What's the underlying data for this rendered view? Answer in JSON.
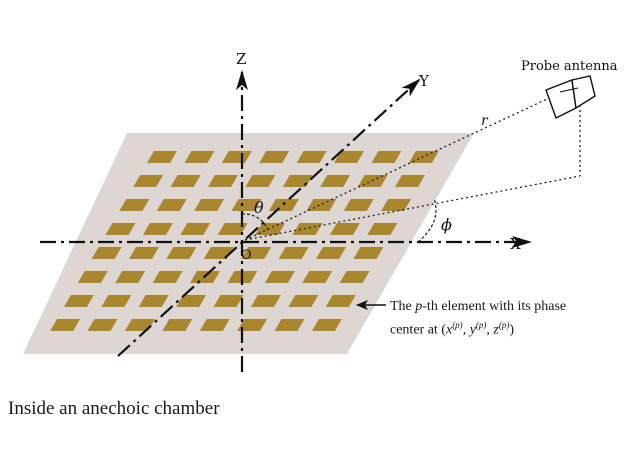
{
  "axes": {
    "z_label": "Z",
    "y_label": "Y",
    "x_label": "X",
    "origin_label": "O"
  },
  "angles": {
    "theta": "θ",
    "phi": "ϕ",
    "r": "r"
  },
  "probe": {
    "label": "Probe antenna"
  },
  "element_note": {
    "line1_prefix": "The ",
    "p": "p",
    "line1_suffix": "-th element with its phase",
    "line2_prefix": "center at (",
    "x": "x",
    "y": "y",
    "z": "z",
    "sup": "(p)",
    "sep": ", ",
    "close": ")"
  },
  "caption": "Inside an anechoic chamber",
  "colors": {
    "plate": "#ddd6d2",
    "patch": "#a8872d",
    "ink": "#111111"
  },
  "array": {
    "rows": 8,
    "cols": 8
  }
}
